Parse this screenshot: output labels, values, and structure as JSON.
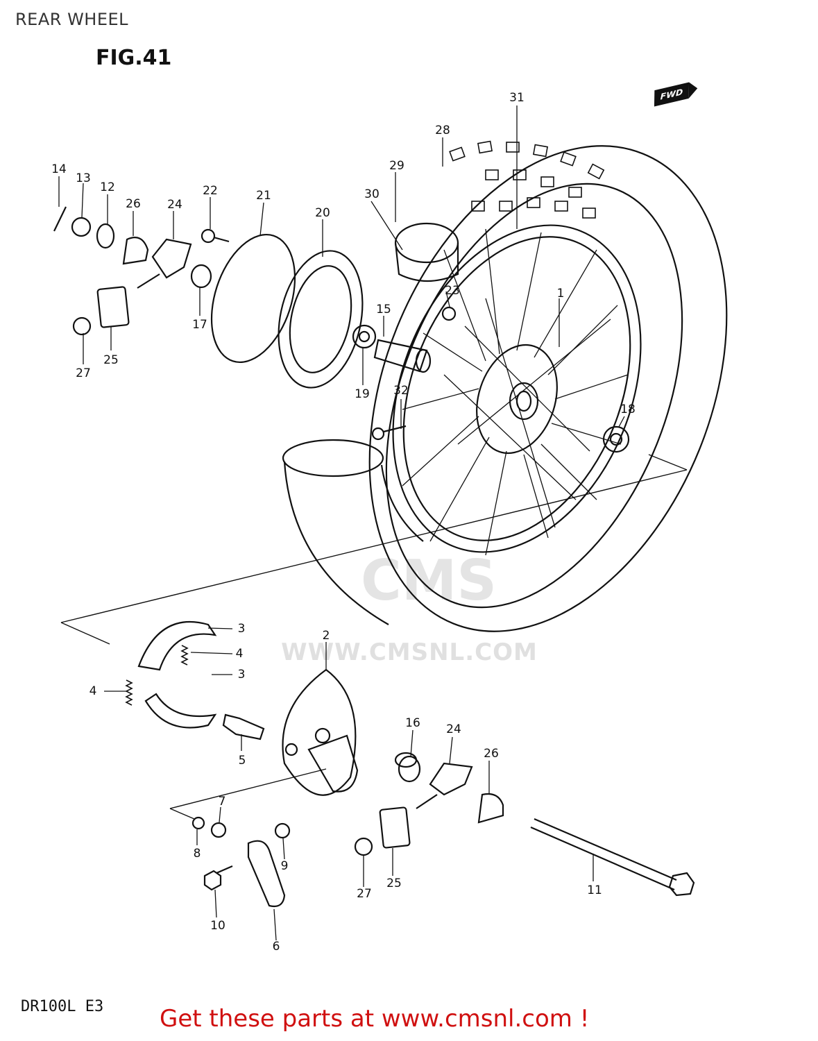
{
  "header": {
    "title": "REAR WHEEL"
  },
  "figure": {
    "label": "FIG.41",
    "fwd_badge": "FWD"
  },
  "watermark": {
    "logo": "CMS",
    "url": "WWW.CMSNL.COM"
  },
  "model_code": "DR100L E3",
  "footer": {
    "link_text": "Get these parts at www.cmsnl.com !"
  },
  "callouts": [
    {
      "id": "c1",
      "text": "1"
    },
    {
      "id": "c2",
      "text": "2"
    },
    {
      "id": "c3a",
      "text": "3"
    },
    {
      "id": "c3b",
      "text": "3"
    },
    {
      "id": "c4a",
      "text": "4"
    },
    {
      "id": "c4b",
      "text": "4"
    },
    {
      "id": "c5",
      "text": "5"
    },
    {
      "id": "c6",
      "text": "6"
    },
    {
      "id": "c7",
      "text": "7"
    },
    {
      "id": "c8",
      "text": "8"
    },
    {
      "id": "c9",
      "text": "9"
    },
    {
      "id": "c10",
      "text": "10"
    },
    {
      "id": "c11",
      "text": "11"
    },
    {
      "id": "c12",
      "text": "12"
    },
    {
      "id": "c13",
      "text": "13"
    },
    {
      "id": "c14",
      "text": "14"
    },
    {
      "id": "c15",
      "text": "15"
    },
    {
      "id": "c16",
      "text": "16"
    },
    {
      "id": "c17",
      "text": "17"
    },
    {
      "id": "c18",
      "text": "18"
    },
    {
      "id": "c19",
      "text": "19"
    },
    {
      "id": "c20",
      "text": "20"
    },
    {
      "id": "c21",
      "text": "21"
    },
    {
      "id": "c22",
      "text": "22"
    },
    {
      "id": "c23",
      "text": "23"
    },
    {
      "id": "c24a",
      "text": "24"
    },
    {
      "id": "c24b",
      "text": "24"
    },
    {
      "id": "c25a",
      "text": "25"
    },
    {
      "id": "c25b",
      "text": "25"
    },
    {
      "id": "c26a",
      "text": "26"
    },
    {
      "id": "c26b",
      "text": "26"
    },
    {
      "id": "c27a",
      "text": "27"
    },
    {
      "id": "c27b",
      "text": "27"
    },
    {
      "id": "c28",
      "text": "28"
    },
    {
      "id": "c29",
      "text": "29"
    },
    {
      "id": "c30",
      "text": "30"
    },
    {
      "id": "c31",
      "text": "31"
    },
    {
      "id": "c32",
      "text": "32"
    }
  ]
}
